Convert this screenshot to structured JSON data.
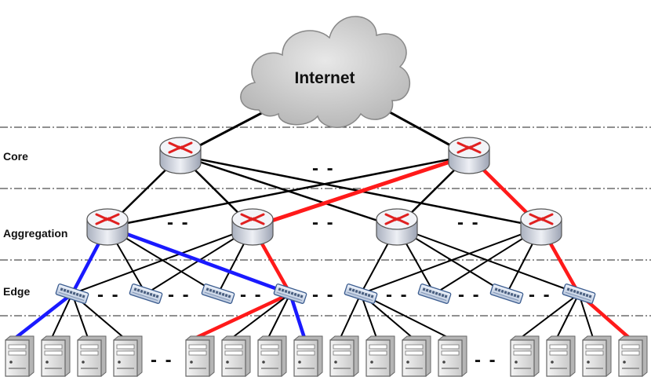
{
  "cloud": {
    "label": "Internet"
  },
  "layers": [
    {
      "key": "core",
      "label": "Core"
    },
    {
      "key": "aggregation",
      "label": "Aggregation"
    },
    {
      "key": "edge",
      "label": "Edge"
    }
  ],
  "ellipsis": "- -",
  "colors": {
    "link": "#000000",
    "highlight_red": "#ff1a1a",
    "highlight_blue": "#1a1aff",
    "router_body": "#d9dde6",
    "router_arrow": "#e02020",
    "switch_body": "#dce3ee",
    "server_body": "#e6e6e6",
    "cloud_fill": "#c9c9c9"
  },
  "legend": []
}
